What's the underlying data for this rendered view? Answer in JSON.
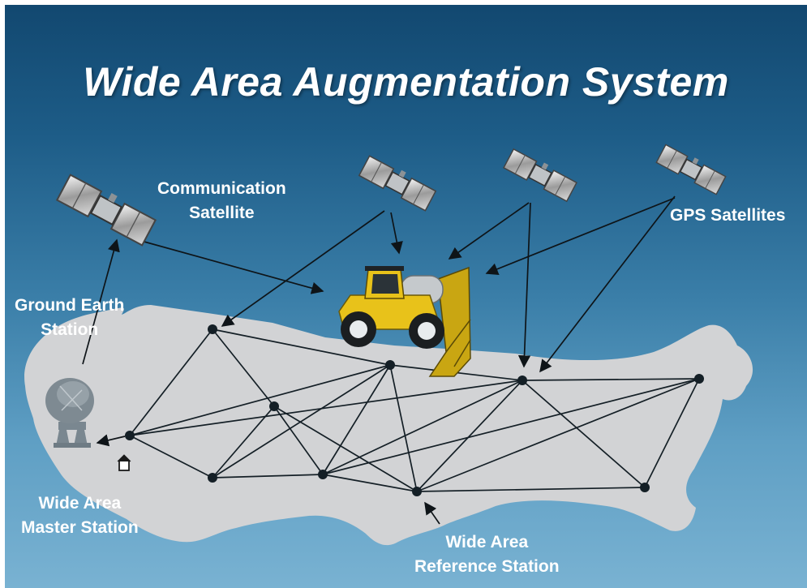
{
  "title": "Wide Area Augmentation System",
  "labels": {
    "communication_satellite": [
      "Communication",
      "Satellite"
    ],
    "gps_satellites": "GPS Satellites",
    "ground_earth_station": [
      "Ground Earth",
      "Station"
    ],
    "wide_area_master_station": [
      "Wide Area",
      "Master Station"
    ],
    "wide_area_reference_station": [
      "Wide Area",
      "Reference Station"
    ]
  },
  "colors": {
    "sky_top": "#124870",
    "sky_bottom": "#79b2d2",
    "land": "#d2d3d5",
    "network": "#141f26",
    "text": "#ffffff",
    "vehicle": "#e8c21a"
  }
}
